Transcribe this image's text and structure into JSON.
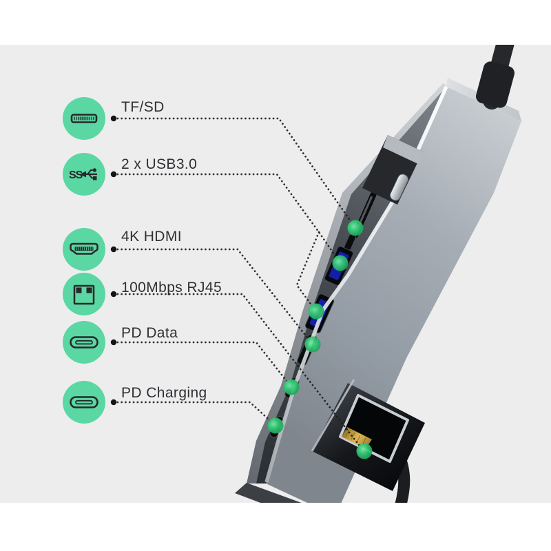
{
  "image_type": "product-callout-infographic",
  "device": "usb-c-multiport-hub",
  "features": [
    {
      "label": "TF/SD",
      "icon": "sd-card-slot-icon"
    },
    {
      "label": "2 x USB3.0",
      "icon": "usb3-trident-icon"
    },
    {
      "label": "4K HDMI",
      "icon": "hdmi-connector-icon"
    },
    {
      "label": "100Mbps RJ45",
      "icon": "rj45-jack-icon"
    },
    {
      "label": "PD Data",
      "icon": "usb-c-connector-icon"
    },
    {
      "label": "PD Charging",
      "icon": "usb-c-connector-icon"
    }
  ],
  "hub_ports": [
    "sd-card-slot",
    "tf-card-slot",
    "usb3-port-1",
    "usb3-port-2",
    "hdmi-port",
    "usb-c-data-port",
    "usb-c-charging-port",
    "rj45-ethernet-port"
  ],
  "colors": {
    "photo_background": "#ededee",
    "frame_white": "#ffffff",
    "badge_green": "#5bd7a3",
    "marker_green": "#2fc26e",
    "callout_line": "#1b1b1b",
    "label_text": "#2e3033",
    "hub_silver": "#a6adb5",
    "usb_port_blue": "#2c3ae0",
    "gold_pins": "#d3a94f",
    "cable_black": "#26282b"
  }
}
